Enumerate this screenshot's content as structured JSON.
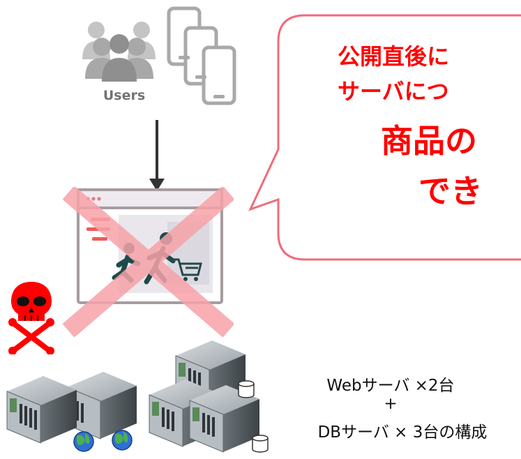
{
  "users": {
    "label": "Users"
  },
  "callout": {
    "line1": "公開直後に",
    "line2": "サーバにつ",
    "line3": "商品の",
    "line4": "でき"
  },
  "servers": {
    "line1": "Webサーバ ×2台",
    "line2": "+",
    "line3": "DBサーバ × 3台の構成"
  },
  "colors": {
    "accent": "#ff0000",
    "callout_border": "#f06b7b",
    "cross": "#f7a3a9",
    "arrow": "#333333"
  }
}
